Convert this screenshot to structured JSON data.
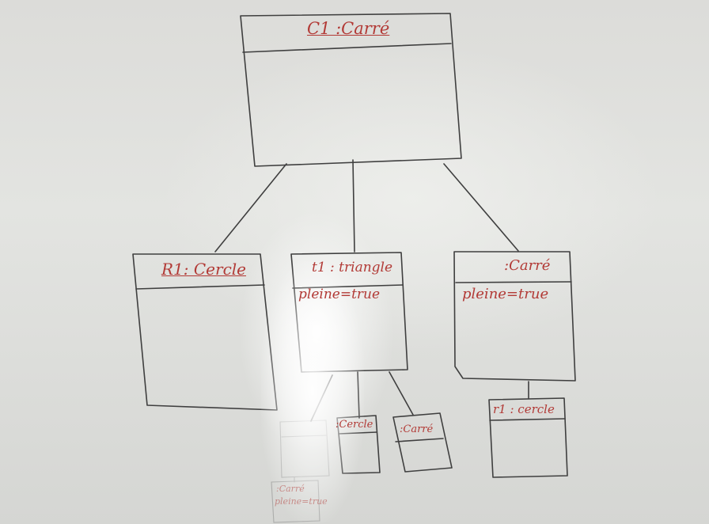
{
  "diagram": {
    "root": {
      "title": "C1 :Carré"
    },
    "children": [
      {
        "title": "R1: Cercle",
        "attribute": ""
      },
      {
        "title": "t1 : triangle",
        "attribute": "pleine=true"
      },
      {
        "title": ":Carré",
        "attribute": "pleine=true"
      }
    ],
    "grandchildren": [
      {
        "title": "r1 : cercle"
      },
      {
        "title": ":Cercle"
      },
      {
        "title": ":Carré"
      }
    ],
    "small_faded": {
      "title": ":Carré",
      "attribute": "pleine=true"
    }
  },
  "colors": {
    "ink_black": "#3b3b3b",
    "ink_red": "#b23a36",
    "board": "#e0e1de"
  }
}
